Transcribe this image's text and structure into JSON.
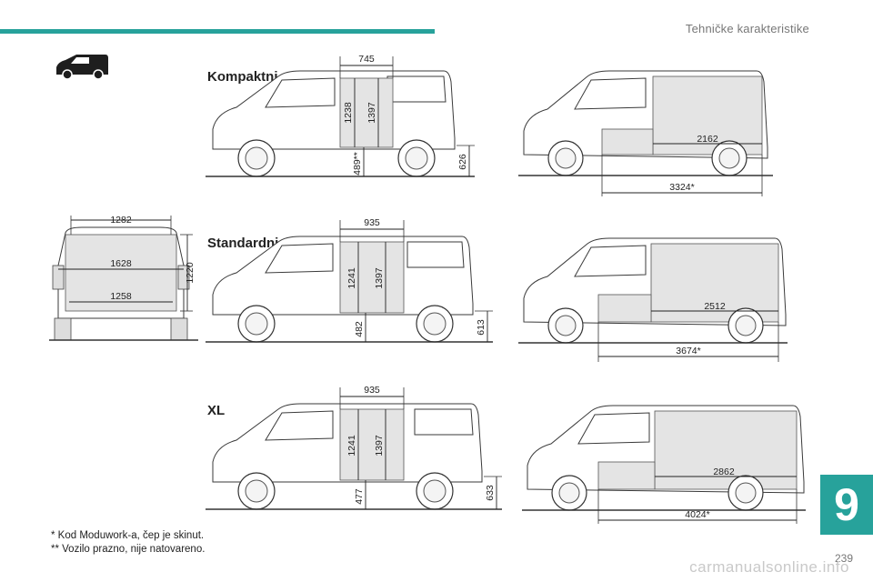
{
  "header": {
    "title": "Tehničke karakteristike"
  },
  "chapter": {
    "number": "9"
  },
  "page": {
    "number": "239"
  },
  "sections": {
    "kompaktni": {
      "title": "Kompaktni",
      "door_width": "745",
      "door_height": "1238",
      "interior_height": "1397",
      "sill_height": "489**",
      "rear_sill": "626",
      "floor_length": "2162",
      "max_length": "3324*"
    },
    "standardni": {
      "title": "Standardni",
      "door_width": "935",
      "door_height": "1241",
      "interior_height": "1397",
      "sill_height": "482",
      "rear_sill": "613",
      "floor_length": "2512",
      "max_length": "3674*"
    },
    "xl": {
      "title": "XL",
      "door_width": "935",
      "door_height": "1241",
      "interior_height": "1397",
      "sill_height": "477",
      "rear_sill": "633",
      "floor_length": "2862",
      "max_length": "4024*"
    }
  },
  "rear_view": {
    "top_width": "1282",
    "max_width": "1628",
    "between_arches": "1258",
    "height": "1220"
  },
  "footnotes": {
    "note1": "* Kod Moduwork-a, čep je skinut.",
    "note2": "** Vozilo prazno, nije natovareno."
  },
  "watermark": "carmanualsonline.info",
  "icons": [
    "van-icon"
  ]
}
